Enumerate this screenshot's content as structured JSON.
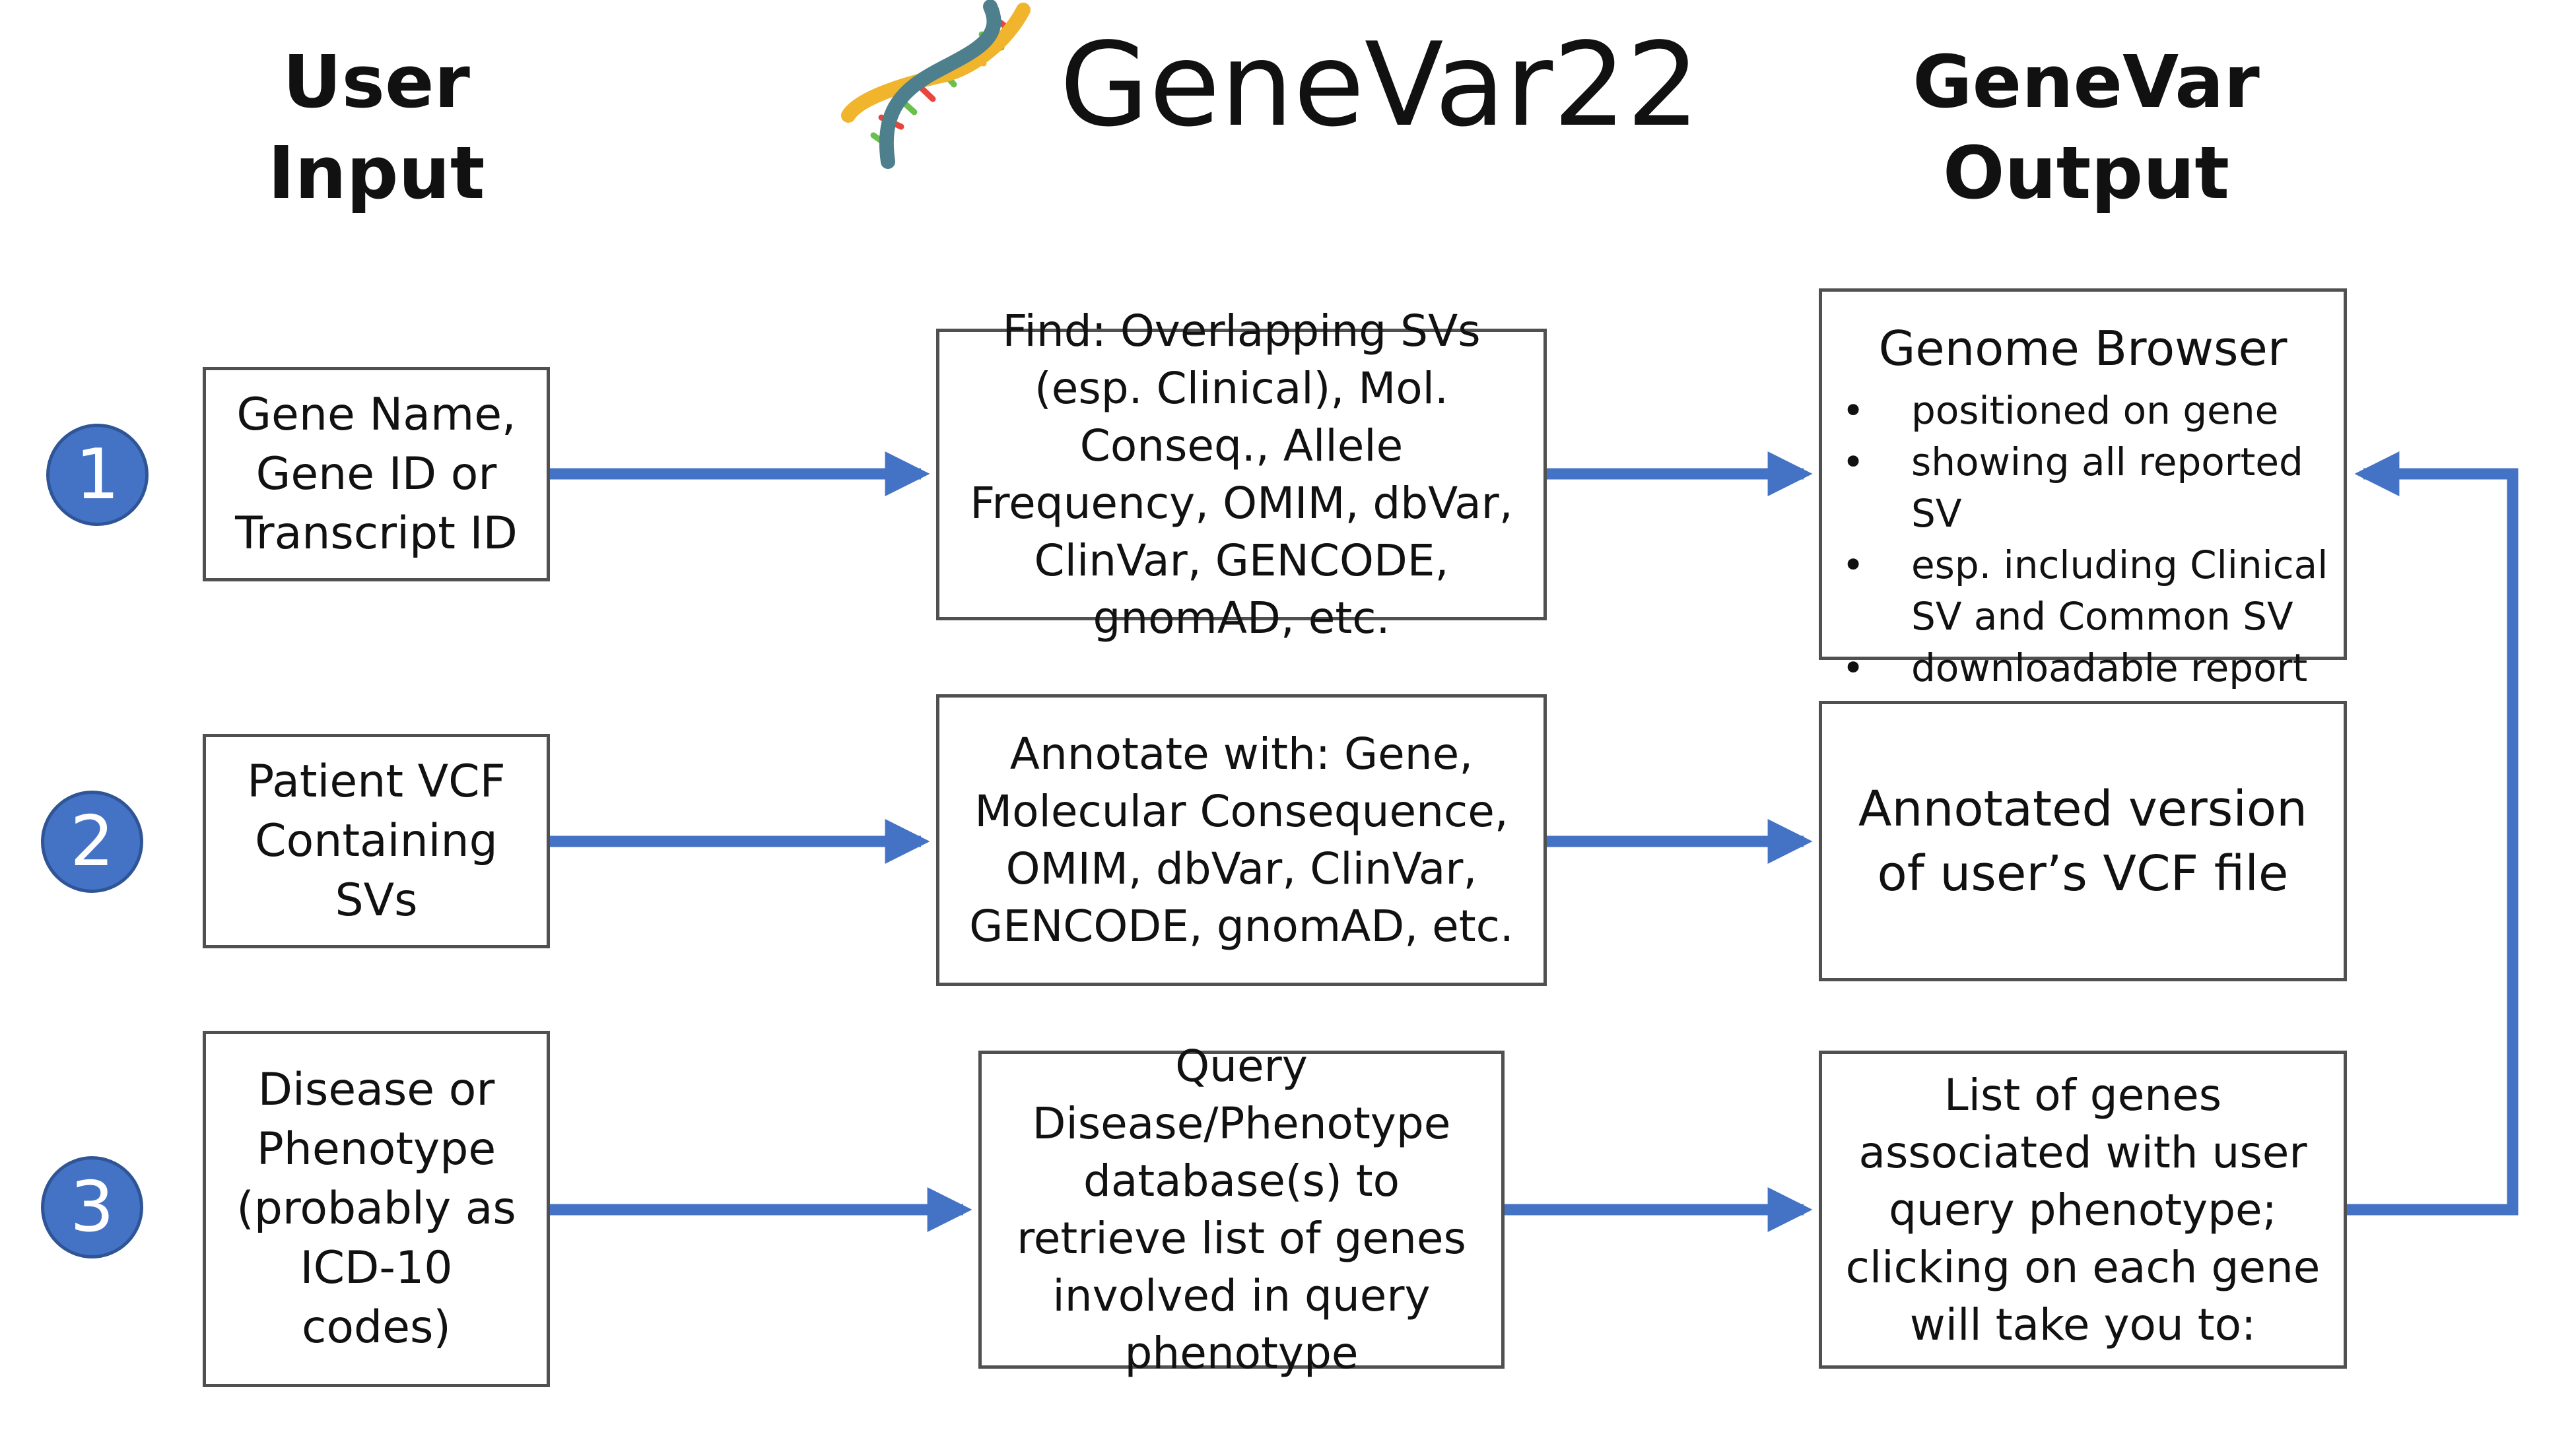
{
  "title": "GeneVar22",
  "headings": {
    "left": [
      "User",
      "Input"
    ],
    "right": [
      "GeneVar",
      "Output"
    ]
  },
  "logo": {
    "icon": "dna-icon",
    "colors": {
      "strand_a": "#4d7f8c",
      "strand_b": "#f0b42d",
      "rungs": [
        "#6bbf4d",
        "#e8463c",
        "#f0b42d"
      ]
    }
  },
  "colors": {
    "accent": "#4472c4",
    "circle_border": "#2f5597",
    "box_border": "#505050"
  },
  "steps": [
    {
      "number": "1",
      "input": "Gene Name, Gene ID or Transcript ID"
    },
    {
      "number": "2",
      "input": "Patient VCF Containing SVs"
    },
    {
      "number": "3",
      "input": "Disease or Phenotype (probably as ICD-10 codes)"
    }
  ],
  "process": [
    "Find:  Overlapping SVs (esp. Clinical), Mol. Conseq., Allele Frequency, OMIM, dbVar, ClinVar, GENCODE, gnomAD, etc.",
    "Annotate with: Gene, Molecular Consequence, OMIM, dbVar, ClinVar, GENCODE, gnomAD, etc.",
    "Query Disease/Phenotype database(s) to retrieve list of genes involved in query phenotype"
  ],
  "outputs": {
    "genome_browser": {
      "title": "Genome Browser",
      "bullet": "•",
      "items": [
        "positioned on gene",
        "showing all reported SV",
        "esp. including Clinical SV and Common SV",
        "downloadable report"
      ]
    },
    "annotated_vcf": "Annotated version of user’s VCF file",
    "gene_list": "List of genes associated with user query phenotype; clicking on each gene will take you to:"
  }
}
